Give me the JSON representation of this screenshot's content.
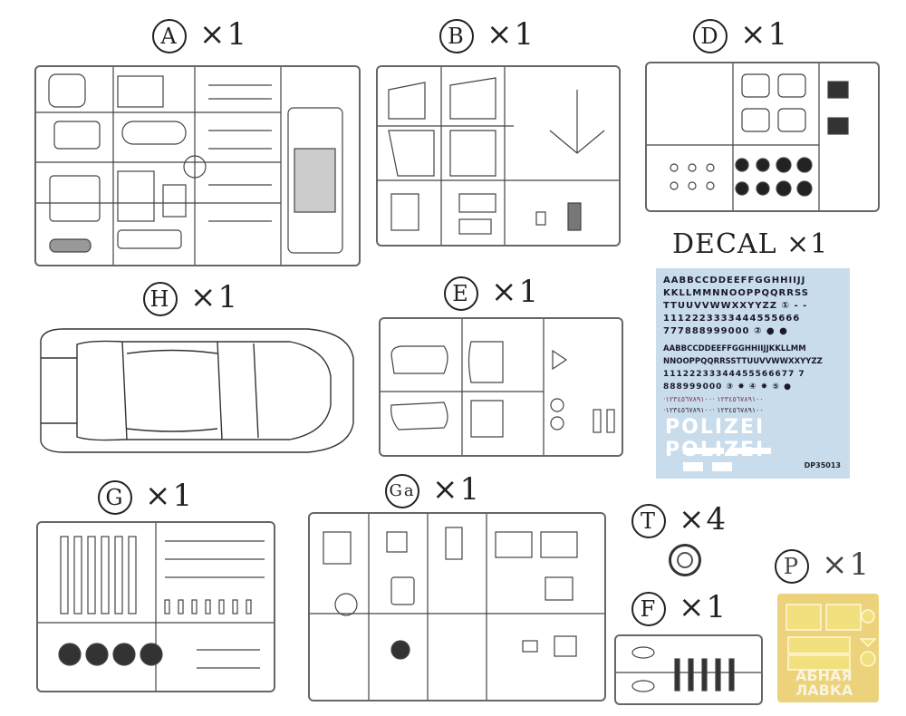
{
  "parts": [
    {
      "id": "A",
      "qty": "×1"
    },
    {
      "id": "B",
      "qty": "×1"
    },
    {
      "id": "D",
      "qty": "×1"
    },
    {
      "id": "H",
      "qty": "×1"
    },
    {
      "id": "E",
      "qty": "×1"
    },
    {
      "id": "G",
      "qty": "×1"
    },
    {
      "id": "Ga",
      "qty": "×1"
    },
    {
      "id": "T",
      "qty": "×4"
    },
    {
      "id": "P",
      "qty": "×1"
    },
    {
      "id": "F",
      "qty": "×1"
    }
  ],
  "decal": {
    "title": "DECAL ×1",
    "rows": [
      "AABBCCDDEEFFGGHHIIJJ",
      "KKLLMMNNOOPPQQRRSS",
      "TTUUVVWWXXYYZZ ① - -",
      "1112223333444555666",
      "777888999000  ② ● ●",
      "AABBCCDDEEFFGGHHIIJJKKLLMM",
      "NNOOPPQQRRSSTTUUVVWWXXYYZZ",
      "11122233344455566677 7",
      "888999000 ③ ✸ ④ ✸ ⑤ ●"
    ],
    "arabic_rows": [
      "·١٢٣٤٥٦٧٨٩١٠٠ ·١٢٣٤٥٦٧٨٩١٠٠",
      "·١٢٣٤٥٦٧٨٩١٠٠ ·١٢٣٤٥٦٧٨٩١٠٠"
    ],
    "polizei": "POLIZEI POLIZEI",
    "code": "DP35013"
  },
  "watermark": "АБНАЯ ЛАВКА",
  "colors": {
    "decal_bg": "#c9dcec",
    "photo_etch": "#ecd27a",
    "sprue": "#666666"
  }
}
